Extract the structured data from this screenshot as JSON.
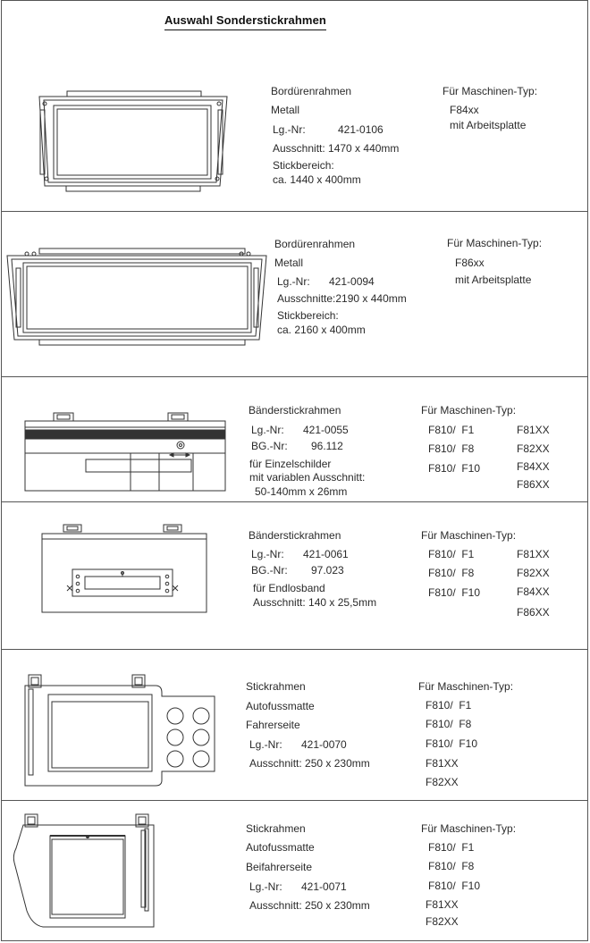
{
  "title": "Auswahl Sonderstickrahmen",
  "sections": [
    {
      "name": "Bordürenrahmen",
      "material": "Metall",
      "lg_label": "Lg.-Nr:",
      "lg_nr": "421-0106",
      "cut": "Ausschnitt: 1470 x 440mm",
      "area_label": "Stickbereich:",
      "area": "ca. 1440 x 400mm",
      "machine_header": "Für Maschinen-Typ:",
      "machines": [
        "F84xx",
        "mit Arbeitsplatte"
      ]
    },
    {
      "name": "Bordürenrahmen",
      "material": "Metall",
      "lg_label": "Lg.-Nr:",
      "lg_nr": "421-0094",
      "cut": "Ausschnitte:2190 x 440mm",
      "area_label": "Stickbereich:",
      "area": "ca. 2160 x 400mm",
      "machine_header": "Für Maschinen-Typ:",
      "machines": [
        "F86xx",
        "mit Arbeitsplatte"
      ]
    },
    {
      "name": "Bänderstickrahmen",
      "lg_label": "Lg.-Nr:",
      "lg_nr": "421-0055",
      "bg_label": "BG.-Nr:",
      "bg_nr": "96.112",
      "note1": "für Einzelschilder",
      "note2": "mit variablen Ausschnitt:",
      "note3": "50-140mm x 26mm",
      "machine_header": "Für Maschinen-Typ:",
      "machines_left": [
        "F810/  F1",
        "F810/  F8",
        "F810/  F10"
      ],
      "machines_right": [
        "F81XX",
        "F82XX",
        "F84XX",
        "F86XX"
      ]
    },
    {
      "name": "Bänderstickrahmen",
      "lg_label": "Lg.-Nr:",
      "lg_nr": "421-0061",
      "bg_label": "BG.-Nr:",
      "bg_nr": "97.023",
      "note1": "für Endlosband",
      "note2": "Ausschnitt: 140 x 25,5mm",
      "machine_header": "Für Maschinen-Typ:",
      "machines_left": [
        "F810/  F1",
        "F810/  F8",
        "F810/  F10"
      ],
      "machines_right": [
        "F81XX",
        "F82XX",
        "F84XX",
        "F86XX"
      ]
    },
    {
      "name": "Stickrahmen",
      "line2": "Autofussmatte",
      "line3": "Fahrerseite",
      "lg_label": "Lg.-Nr:",
      "lg_nr": "421-0070",
      "cut": "Ausschnitt: 250 x 230mm",
      "machine_header": "Für Maschinen-Typ:",
      "machines": [
        "F810/  F1",
        "F810/  F8",
        "F810/  F10",
        "F81XX",
        "F82XX"
      ]
    },
    {
      "name": "Stickrahmen",
      "line2": "Autofussmatte",
      "line3": "Beifahrerseite",
      "lg_label": "Lg.-Nr:",
      "lg_nr": "421-0071",
      "cut": "Ausschnitt: 250 x 230mm",
      "machine_header": "Für Maschinen-Typ:",
      "machines": [
        "F810/  F1",
        "F810/  F8",
        "F810/  F10",
        "F81XX",
        "F82XX"
      ]
    }
  ]
}
